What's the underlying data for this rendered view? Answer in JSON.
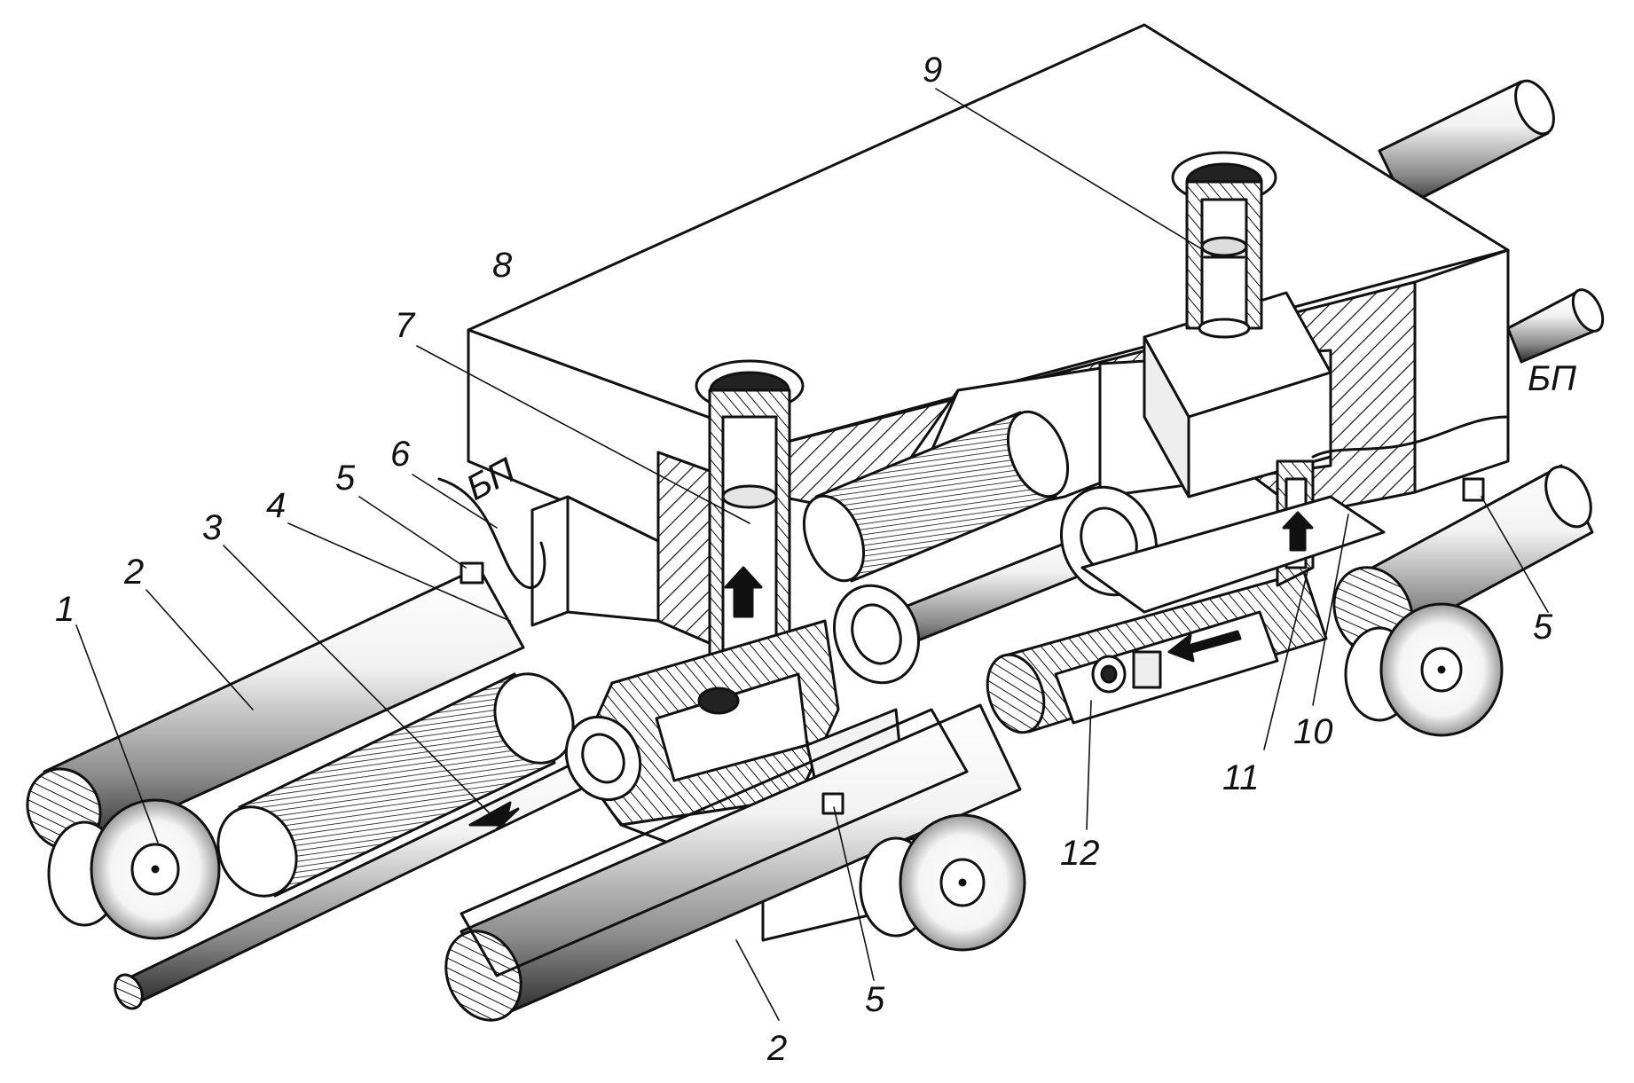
{
  "colors": {
    "ink": "#111111",
    "paper": "#ffffff",
    "shade": "#e9e9e9"
  },
  "labels": {
    "n1": "1",
    "n2_left": "2",
    "n2_bottom": "2",
    "n3": "3",
    "n4": "4",
    "n5_left": "5",
    "n5_bottom": "5",
    "n5_right": "5",
    "n6": "6",
    "n7": "7",
    "n8": "8",
    "n9": "9",
    "n10": "10",
    "n11": "11",
    "n12": "12",
    "bp_left": "БП",
    "bp_right": "БП"
  }
}
